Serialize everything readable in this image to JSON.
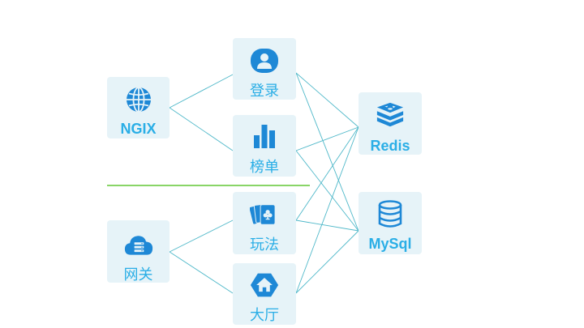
{
  "colors": {
    "node_fill": "#e6f3f8",
    "accent": "#1e88d6",
    "label": "#2aaee6",
    "connector": "#4fb8c9",
    "divider": "#62c735"
  },
  "nodes": {
    "ngix": {
      "label": "NGIX",
      "icon": "globe-icon"
    },
    "login": {
      "label": "登录",
      "icon": "user-icon"
    },
    "rank": {
      "label": "榜单",
      "icon": "bar-chart-icon"
    },
    "redis": {
      "label": "Redis",
      "icon": "redis-stack-icon"
    },
    "mysql": {
      "label": "MySql",
      "icon": "database-icon"
    },
    "gate": {
      "label": "网关",
      "icon": "cloud-server-icon"
    },
    "play": {
      "label": "玩法",
      "icon": "playing-cards-icon"
    },
    "hall": {
      "label": "大厅",
      "icon": "home-icon"
    }
  },
  "edges": [
    [
      "ngix",
      "login"
    ],
    [
      "ngix",
      "rank"
    ],
    [
      "gate",
      "play"
    ],
    [
      "gate",
      "hall"
    ],
    [
      "login",
      "redis"
    ],
    [
      "login",
      "mysql"
    ],
    [
      "rank",
      "redis"
    ],
    [
      "rank",
      "mysql"
    ],
    [
      "play",
      "redis"
    ],
    [
      "play",
      "mysql"
    ],
    [
      "hall",
      "redis"
    ],
    [
      "hall",
      "mysql"
    ]
  ]
}
